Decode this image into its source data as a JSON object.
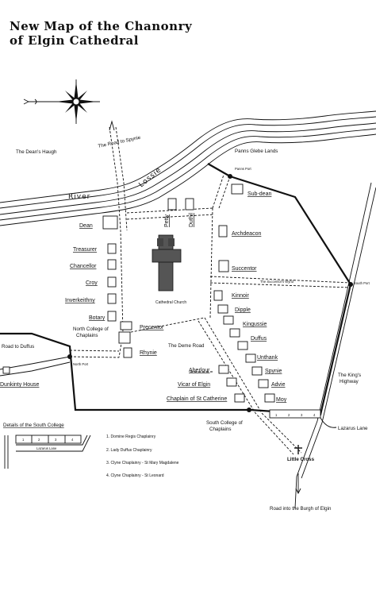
{
  "title_line1": "New Map of the Chanonry",
  "title_line2": "of Elgin Cathedral",
  "labels": {
    "road_spynie": "The Road to Spynie",
    "deans_haugh": "The Dean's Haugh",
    "panns_glebe": "Panns Glebe Lands",
    "panns_port": "Panns Port",
    "river_a": "River",
    "river_b": "Lossie",
    "sub_dean": "Sub-dean",
    "petty": "Petty",
    "duthil": "Duthil",
    "dean": "Dean",
    "archdeacon": "Archdeacon",
    "treasurer": "Treasurer",
    "chancellor": "Chancellor",
    "succentor": "Succentor",
    "croy": "Croy",
    "cathedral": "Cathedral Church",
    "succentors_wynd": "The Succentor's Wynd",
    "south_port": "South Port",
    "inverkeithny": "Inverkeithny",
    "kinnoir": "Kinnoir",
    "dipple": "Dipple",
    "botary": "Botary",
    "kingussie": "Kingussie",
    "north_college_1": "North College of",
    "north_college_2": "Chaplains",
    "precentor": "Precentor",
    "duffus": "Duffus",
    "road_duffus": "Road to Duffus",
    "rhynie": "Rhynie",
    "deme_road": "The Deme Road",
    "unthank": "Unthank",
    "north_port": "North Port",
    "aberlour": "Aberlour",
    "spynie": "Spynie",
    "kings_highway_1": "The King's",
    "kings_highway_2": "Highway",
    "dunkinty": "Dunkinty House",
    "vicar_elgin": "Vicar of Elgin",
    "advie": "Advie",
    "chaplain_st_catherine": "Chaplain of St Catherine",
    "moy": "Moy",
    "details_south_college": "Details of the South College",
    "south_college_1": "South College of",
    "south_college_2": "Chaplains",
    "lazarus_lane": "Lazarus Lane",
    "lazarus_lane_inset": "Lazarus Lane",
    "little_cross": "Little Cross",
    "road_burgh": "Road into the Burgh of Elgin",
    "num_1": "1",
    "num_2": "2",
    "num_3": "3",
    "num_4": "4"
  },
  "legend": [
    "1.   Domine Regis Chaplainry",
    "2.   Lady Duffus Chaplainry",
    "3.   Clyne Chaplainry - St Mary Magdalene",
    "4.   Clyne Chaplainry - St Leonard"
  ]
}
